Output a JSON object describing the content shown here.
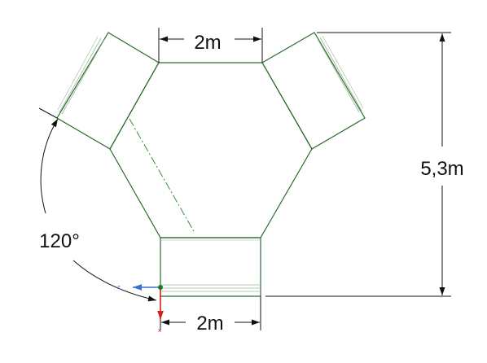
{
  "drawing": {
    "dim_top_width": "2m",
    "dim_bottom_width": "2m",
    "dim_height": "5,3m",
    "angle_label": "120°"
  },
  "colors": {
    "outline": "#2e6b2e",
    "outline_light": "#9bb89b",
    "dimension": "#111111",
    "axis_z": "#3b6fd6",
    "axis_x": "#d42222",
    "origin": "#1f7a1f"
  },
  "axes": {
    "z_label": "z",
    "x_label": "x"
  }
}
